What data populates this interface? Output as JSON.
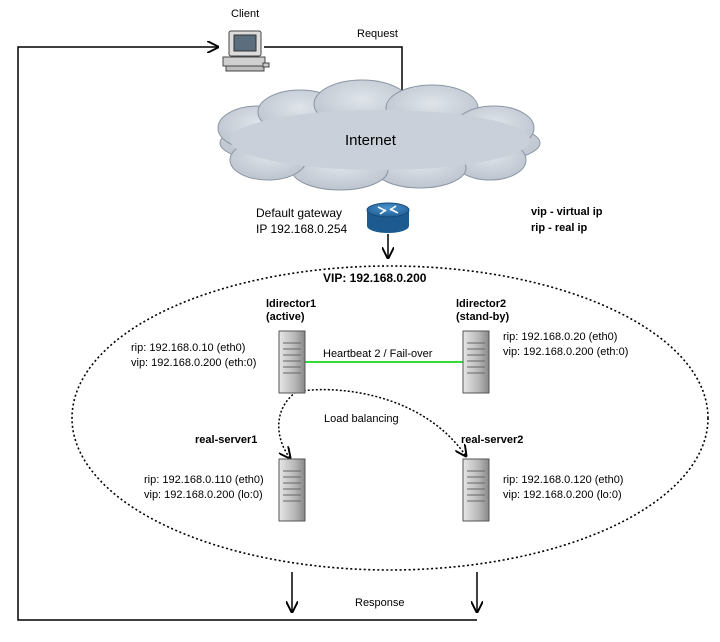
{
  "client": {
    "label": "Client"
  },
  "request": {
    "label": "Request"
  },
  "internet": {
    "label": "Internet"
  },
  "gateway": {
    "line1": "Default gateway",
    "line2": "IP 192.168.0.254"
  },
  "legend": {
    "vip": "vip - virtual ip",
    "rip": "rip - real ip"
  },
  "cluster": {
    "vip": "VIP: 192.168.0.200"
  },
  "director1": {
    "name": "ldirector1",
    "state": "(active)",
    "rip": "rip: 192.168.0.10 (eth0)",
    "vip": "vip: 192.168.0.200 (eth:0)"
  },
  "director2": {
    "name": "ldirector2",
    "state": "(stand-by)",
    "rip": "rip: 192.168.0.20 (eth0)",
    "vip": "vip: 192.168.0.200 (eth:0)"
  },
  "heartbeat": {
    "label": "Heartbeat 2 / Fail-over",
    "color": "#33dd33"
  },
  "load_balancing": {
    "label": "Load balancing"
  },
  "server1": {
    "name": "real-server1",
    "rip": "rip: 192.168.0.110 (eth0)",
    "vip": "vip: 192.168.0.200 (lo:0)"
  },
  "server2": {
    "name": "real-server2",
    "rip": "rip: 192.168.0.120 (eth0)",
    "vip": "vip: 192.168.0.200 (lo:0)"
  },
  "response": {
    "label": "Response"
  },
  "colors": {
    "cloud": "#c8cfd8",
    "router": "#2a6fa8",
    "server": "#a8a8a8"
  }
}
